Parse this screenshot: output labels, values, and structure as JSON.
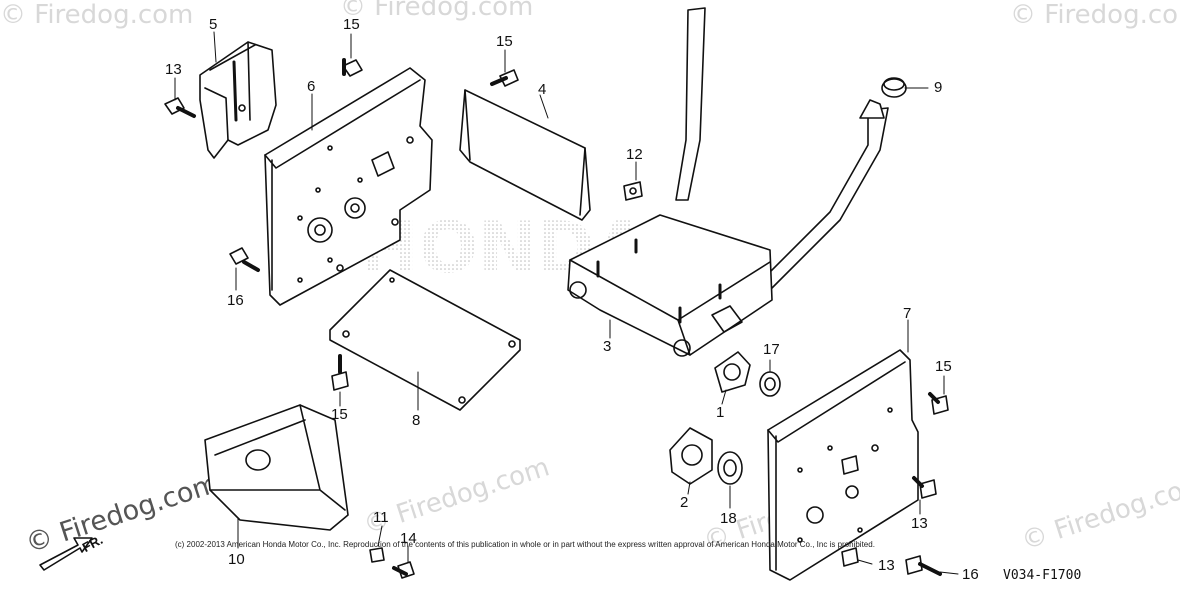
{
  "watermark": {
    "brand": "© Firedog.com",
    "honda": "HONDA"
  },
  "callouts": [
    "1",
    "2",
    "3",
    "4",
    "5",
    "6",
    "7",
    "8",
    "9",
    "10",
    "11",
    "12",
    "13",
    "14",
    "15",
    "16",
    "17",
    "18"
  ],
  "labels": {
    "p1": "1",
    "p2": "2",
    "p3": "3",
    "p4": "4",
    "p5": "5",
    "p6": "6",
    "p7": "7",
    "p8": "8",
    "p9": "9",
    "p10": "10",
    "p11": "11",
    "p12": "12",
    "p13a": "13",
    "p13b": "13",
    "p13c": "13",
    "p14": "14",
    "p15a": "15",
    "p15b": "15",
    "p15c": "15",
    "p15d": "15",
    "p16a": "16",
    "p16b": "16",
    "p17": "17",
    "p18": "18"
  },
  "front_marker": "FR.",
  "copyright": "(c) 2002-2013 American Honda Motor Co., Inc. Reproduction of the contents of this publication in whole or in part without the express written approval of American Honda Motor Co., Inc is prohibited.",
  "diagram_code": "V034-F1700"
}
